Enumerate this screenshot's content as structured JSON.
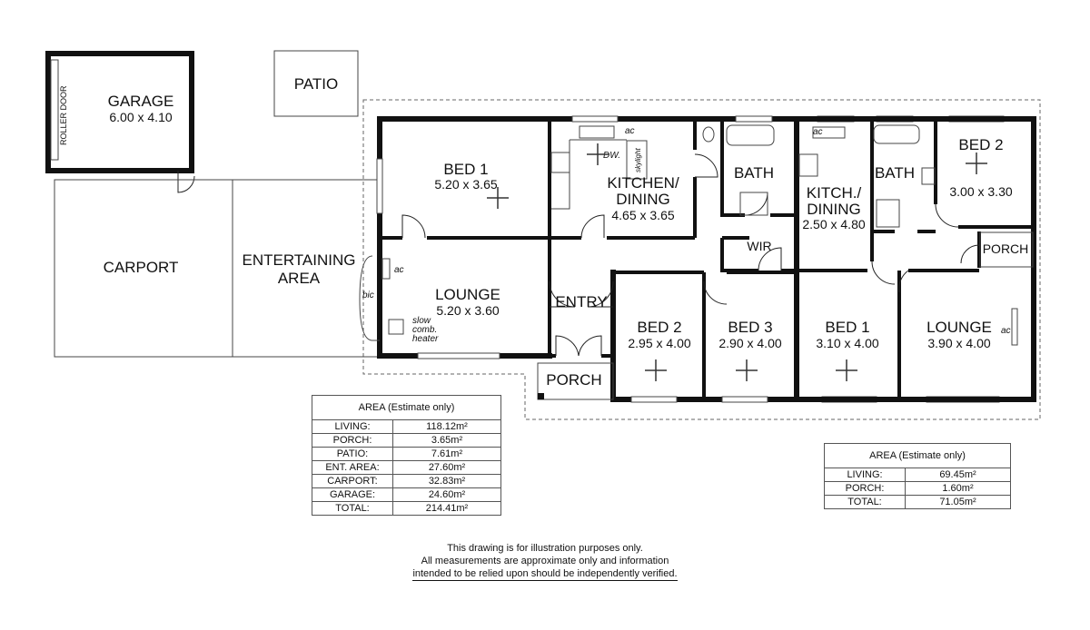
{
  "rooms": {
    "garage": {
      "name": "GARAGE",
      "size": "6.00 x 4.10",
      "roller_door": "ROLLER DOOR"
    },
    "patio": {
      "name": "PATIO"
    },
    "carport": {
      "name": "CARPORT"
    },
    "entertaining": {
      "line1": "ENTERTAINING",
      "line2": "AREA"
    },
    "bed1": {
      "name": "BED 1",
      "size": "5.20 x 3.65"
    },
    "kitchen": {
      "line1": "KITCHEN/",
      "line2": "DINING",
      "size": "4.65 x 3.65"
    },
    "bath": {
      "name": "BATH"
    },
    "wir": {
      "name": "WIR"
    },
    "lounge": {
      "name": "LOUNGE",
      "size": "5.20 x 3.60"
    },
    "entry": {
      "name": "ENTRY"
    },
    "porch": {
      "name": "PORCH"
    },
    "bed2": {
      "name": "BED 2",
      "size": "2.95 x 4.00"
    },
    "bed3": {
      "name": "BED 3",
      "size": "2.90 x 4.00"
    },
    "unit2_kitchen": {
      "line1": "KITCH./",
      "line2": "DINING",
      "size": "2.50 x 4.80"
    },
    "unit2_bath": {
      "name": "BATH"
    },
    "unit2_bed2": {
      "name": "BED 2",
      "size": "3.00 x 3.30"
    },
    "unit2_porch": {
      "name": "PORCH"
    },
    "unit2_bed1": {
      "name": "BED 1",
      "size": "3.10 x 4.00"
    },
    "unit2_lounge": {
      "name": "LOUNGE",
      "size": "3.90 x 4.00"
    }
  },
  "annotations": {
    "ac": "ac",
    "bic": "bic",
    "dw": "DW.",
    "skylight": "skylight",
    "heater1": "slow",
    "heater2": "comb.",
    "heater3": "heater"
  },
  "area_table_1": {
    "title": "AREA (Estimate only)",
    "rows": [
      [
        "LIVING:",
        "118.12m²"
      ],
      [
        "PORCH:",
        "3.65m²"
      ],
      [
        "PATIO:",
        "7.61m²"
      ],
      [
        "ENT. AREA:",
        "27.60m²"
      ],
      [
        "CARPORT:",
        "32.83m²"
      ],
      [
        "GARAGE:",
        "24.60m²"
      ],
      [
        "TOTAL:",
        "214.41m²"
      ]
    ]
  },
  "area_table_2": {
    "title": "AREA (Estimate only)",
    "rows": [
      [
        "LIVING:",
        "69.45m²"
      ],
      [
        "PORCH:",
        "1.60m²"
      ],
      [
        "TOTAL:",
        "71.05m²"
      ]
    ]
  },
  "disclaimer": [
    "This drawing is for illustration purposes only.",
    "All measurements are approximate only and information",
    "intended to be relied upon should be independently verified."
  ]
}
